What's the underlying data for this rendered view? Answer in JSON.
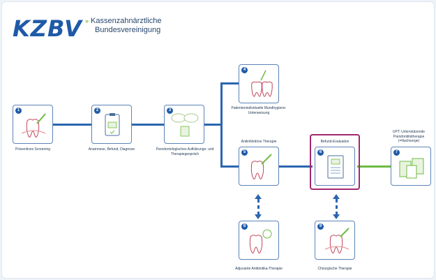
{
  "header": {
    "logo_text": "KZBV",
    "org_line1": "Kassenzahnärztliche",
    "org_line2": "Bundesvereinigung"
  },
  "steps": [
    {
      "number": "1",
      "label": "Präventives Screening",
      "icon": "tooth-probe-icon"
    },
    {
      "number": "2",
      "label": "Anamnese, Befund, Diagnose",
      "icon": "clipboard-icon"
    },
    {
      "number": "3",
      "label": "Parodontologisches Aufklärungs- und Therapiegespräch",
      "icon": "speech-bubbles-icon"
    },
    {
      "number": "4",
      "label": "Patientenindividuelle Mundhygiene-Unterweisung",
      "icon": "tooth-brush-icon"
    },
    {
      "number": "5",
      "label": "Antiinfektiöse Therapie",
      "icon": "tooth-scaler-icon"
    },
    {
      "number": "6",
      "label": "Befund-Evaluation",
      "icon": "chart-document-icon"
    },
    {
      "number": "7",
      "label": "UPT: Unterstützende Parodontitistherapie (=Nachsorge)",
      "icon": "calendar-cards-icon"
    },
    {
      "number": "8",
      "label": "Adjuvante Antibiotika-Therapie",
      "icon": "tooth-pill-icon"
    },
    {
      "number": "9",
      "label": "Chirurgische Therapie",
      "icon": "tooth-scalpel-icon"
    }
  ],
  "colors": {
    "brand_blue": "#1f5aa8",
    "connector_blue": "#2a66b0",
    "connector_green": "#6dbb43",
    "highlight": "#a3286e"
  }
}
